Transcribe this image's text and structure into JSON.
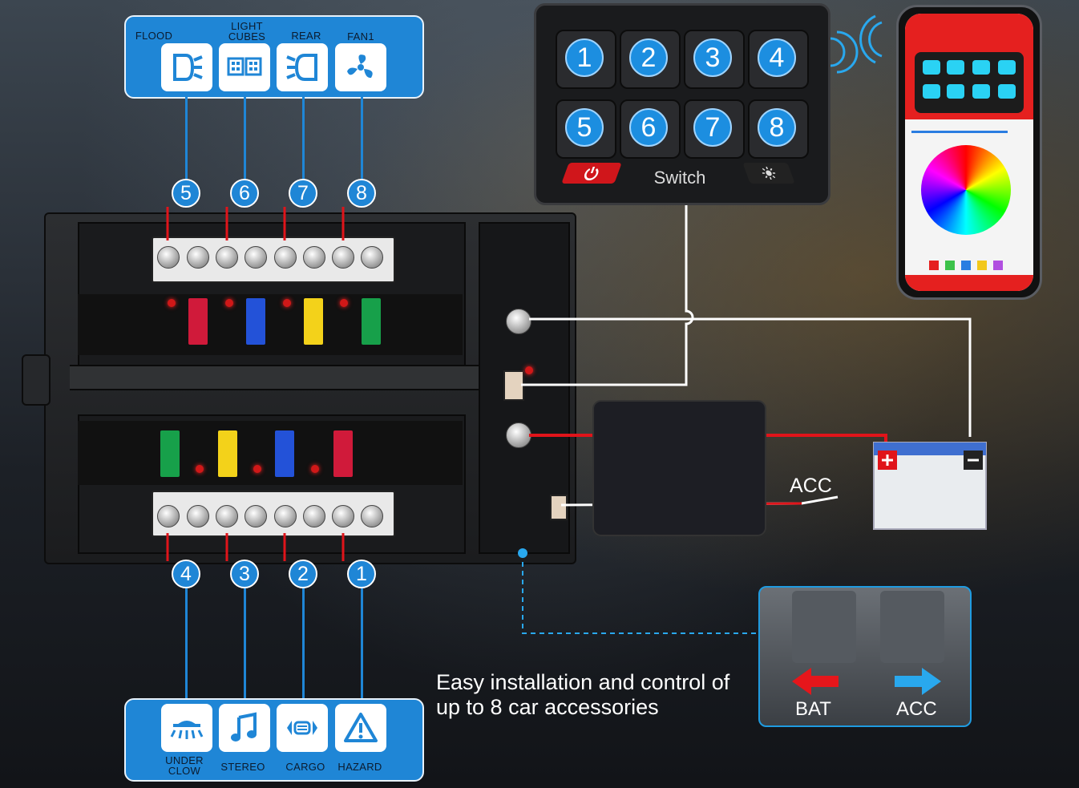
{
  "top_legend": {
    "items": [
      {
        "label": "FLOOD",
        "icon": "flood-light-icon",
        "number": "5"
      },
      {
        "label": "LIGHT\nCUBES",
        "icon": "light-cubes-icon",
        "number": "6"
      },
      {
        "label": "REAR",
        "icon": "rear-light-icon",
        "number": "7"
      },
      {
        "label": "FAN1",
        "icon": "fan-icon",
        "number": "8"
      }
    ]
  },
  "bottom_legend": {
    "items": [
      {
        "label": "UNDER\nCLOW",
        "icon": "underglow-icon",
        "number": "4"
      },
      {
        "label": "STEREO",
        "icon": "music-note-icon",
        "number": "3"
      },
      {
        "label": "CARGO",
        "icon": "cargo-light-icon",
        "number": "2"
      },
      {
        "label": "HAZARD",
        "icon": "hazard-icon",
        "number": "1"
      }
    ]
  },
  "switch_panel": {
    "buttons": [
      "1",
      "2",
      "3",
      "4",
      "5",
      "6",
      "7",
      "8"
    ],
    "label": "Switch",
    "colors": {
      "button": "#1c8ee0",
      "power": "#d0161b"
    }
  },
  "connection": {
    "acc_label": "ACC"
  },
  "caption": {
    "line1": "Easy installation and control of",
    "line2": "up to 8 car accessories"
  },
  "inset": {
    "bat_label": "BAT",
    "acc_label": "ACC",
    "colors": {
      "bat_arrow": "#e5161b",
      "acc_arrow": "#29a8ee"
    }
  },
  "fuses": {
    "top_row": [
      "#d01a3a",
      "#2352d8",
      "#f3d21a",
      "#17a04a"
    ],
    "bottom_row": [
      "#17a04a",
      "#f3d21a",
      "#2352d8",
      "#d01a3a"
    ]
  },
  "colors": {
    "accent": "#1f86d6",
    "wire_red": "#e0141a",
    "wire_white": "#ffffff"
  }
}
